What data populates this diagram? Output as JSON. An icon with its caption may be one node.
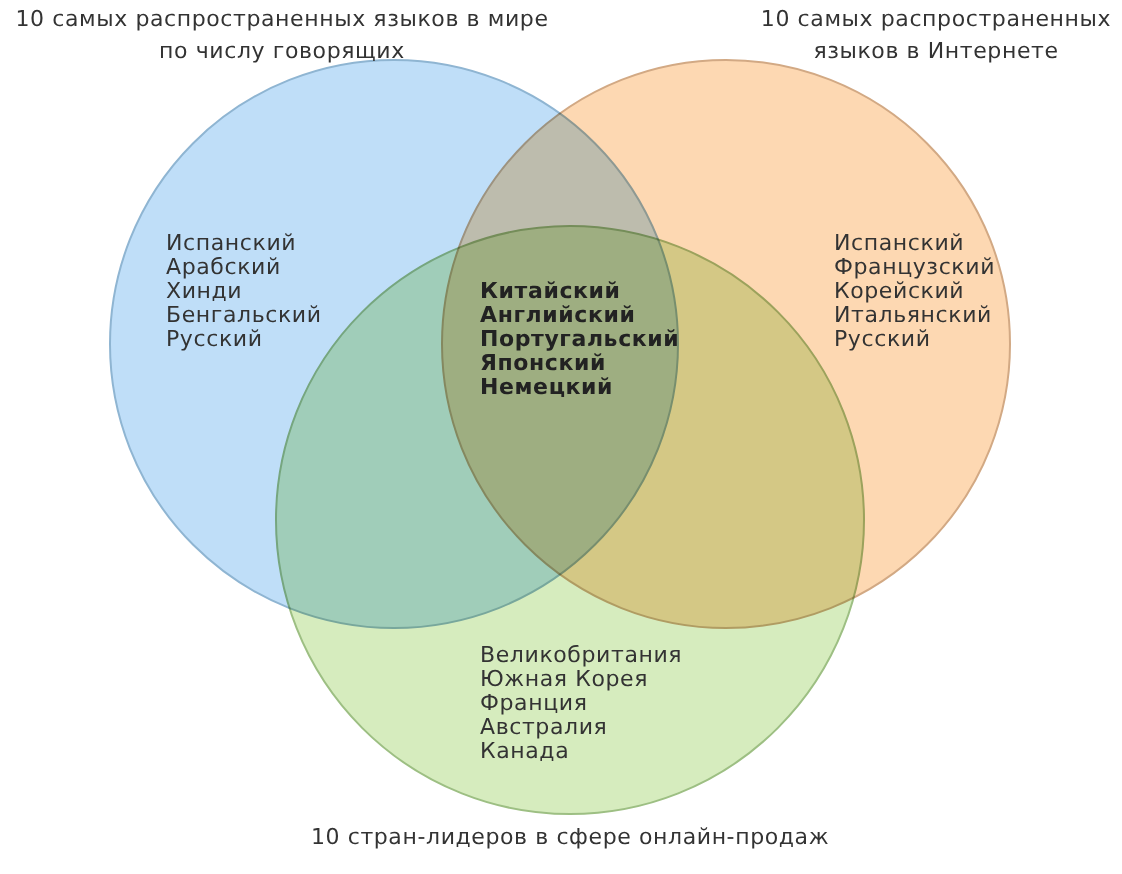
{
  "diagram": {
    "nodes": [
      {
        "text": [
          "10 самых распространенных языков в мире по числу говорящих",
          "Испанский",
          "Арабский",
          "Хинди",
          "Бенгальский",
          "Русский"
        ]
      },
      {
        "text": [
          "10 самых распространенных языков в Интернете",
          "Испанский",
          "Французский",
          "Корейский",
          "Итальянский",
          "Русский"
        ]
      },
      {
        "text": [
          "Великобритания",
          "Южная Корея",
          "Франция",
          "Австралия",
          "Канада",
          "10 стран-лидеров в сфере онлайн-продаж"
        ]
      }
    ],
    "labels": [
      "Китайский",
      "Английский",
      "Португальский",
      "Японский",
      "Немецкий"
    ]
  }
}
